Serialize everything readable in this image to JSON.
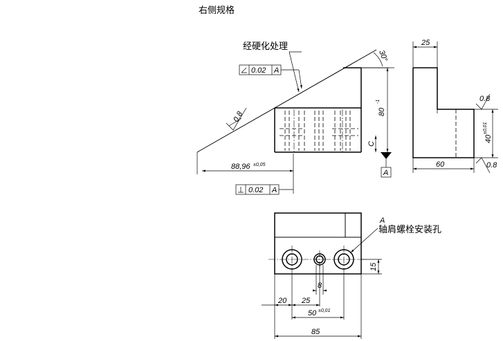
{
  "header": {
    "title": "右侧规格"
  },
  "labels": {
    "hardening": "经硬化处理",
    "datum_a": "A",
    "shoulder_bolt_letter": "A",
    "shoulder_bolt_holes": "轴肩螺栓安装孔"
  },
  "tolerances": {
    "angularity_value": "0.02",
    "angularity_datum": "A",
    "perpendicularity_value": "0.02",
    "perpendicularity_datum": "A"
  },
  "surface_finish": {
    "slope": "0.8",
    "side_top": "0.8",
    "side_bottom": "0.8"
  },
  "dimensions": {
    "angle": "30°",
    "height_80": "80",
    "height_80_tol": "-1",
    "chamfer_c": "C",
    "length_main": "88,96",
    "length_main_tol": "±0,05",
    "side_width_25": "25",
    "side_height_40": "40",
    "side_height_40_tol": "±0,01",
    "side_width_60": "60",
    "bottom_15": "15",
    "bottom_20": "20",
    "bottom_25": "25",
    "bottom_8": "8",
    "bottom_50": "50",
    "bottom_50_tol": "±0,01",
    "bottom_85": "85"
  },
  "colors": {
    "ink": "#000000",
    "background": "#ffffff"
  }
}
